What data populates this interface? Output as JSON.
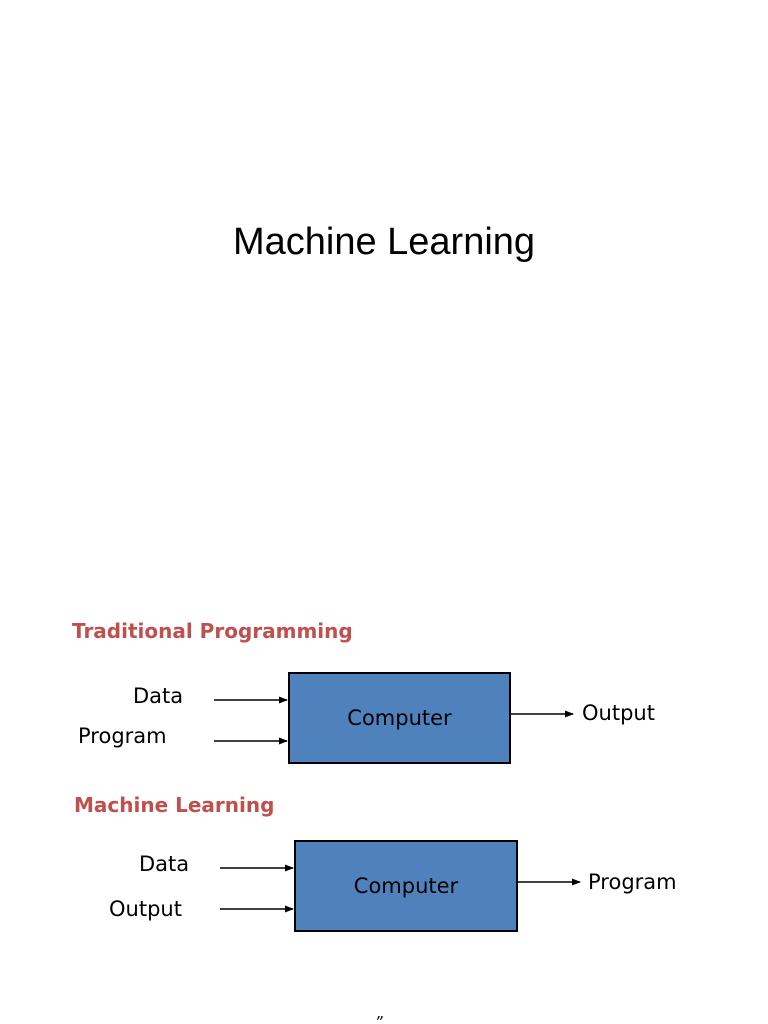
{
  "title": "Machine Learning",
  "colors": {
    "heading": "#c0504d",
    "box_fill": "#4f81bd"
  },
  "traditional": {
    "heading": "Traditional Programming",
    "input_1": "Data",
    "input_2": "Program",
    "box_label": "Computer",
    "output": "Output"
  },
  "machine_learning": {
    "heading": "Machine Learning",
    "input_1": "Data",
    "input_2": "Output",
    "box_label": "Computer",
    "output": "Program"
  },
  "footer_mark": "„"
}
